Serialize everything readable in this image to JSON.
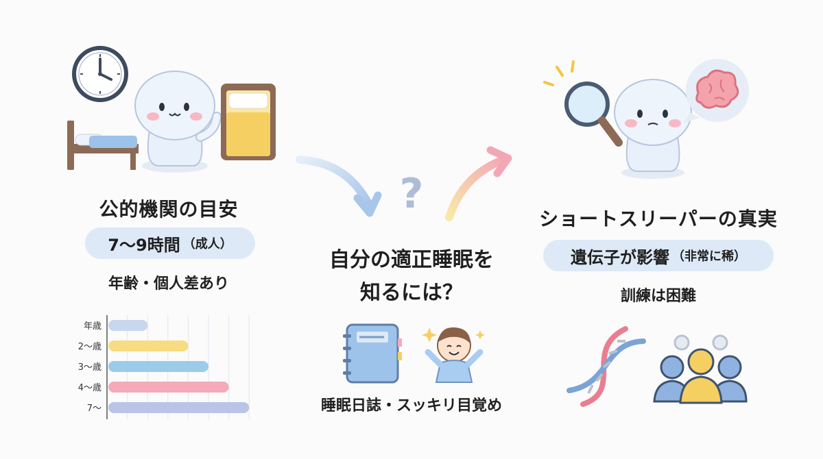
{
  "left": {
    "heading": "公的機関の目安",
    "pill_main": "7〜9時間",
    "pill_sub": "（成人）",
    "note": "年齢・個人差あり",
    "bar_labels": [
      "年歳",
      "2〜歳",
      "3〜歳",
      "4〜歳",
      "7〜"
    ]
  },
  "center": {
    "question_mark": "?",
    "title_line1": "自分の適正睡眠を",
    "title_line2": "知るには？",
    "caption": "睡眠日誌・スッキリ目覚め"
  },
  "right": {
    "heading": "ショートスリーパーの真実",
    "pill_main": "遺伝子が影響",
    "pill_sub": "（非常に稀）",
    "note": "訓練は困難"
  },
  "chart_data": {
    "type": "bar",
    "orientation": "horizontal",
    "categories": [
      "年歳",
      "2〜歳",
      "3〜歳",
      "4〜歳",
      "7〜"
    ],
    "values": [
      2,
      4,
      5,
      6,
      7
    ],
    "colors": [
      "#c9d7ee",
      "#f7dc82",
      "#9ccbea",
      "#f4aab8",
      "#b9c4e6"
    ],
    "xlim": [
      0,
      7.5
    ],
    "grid": true
  }
}
